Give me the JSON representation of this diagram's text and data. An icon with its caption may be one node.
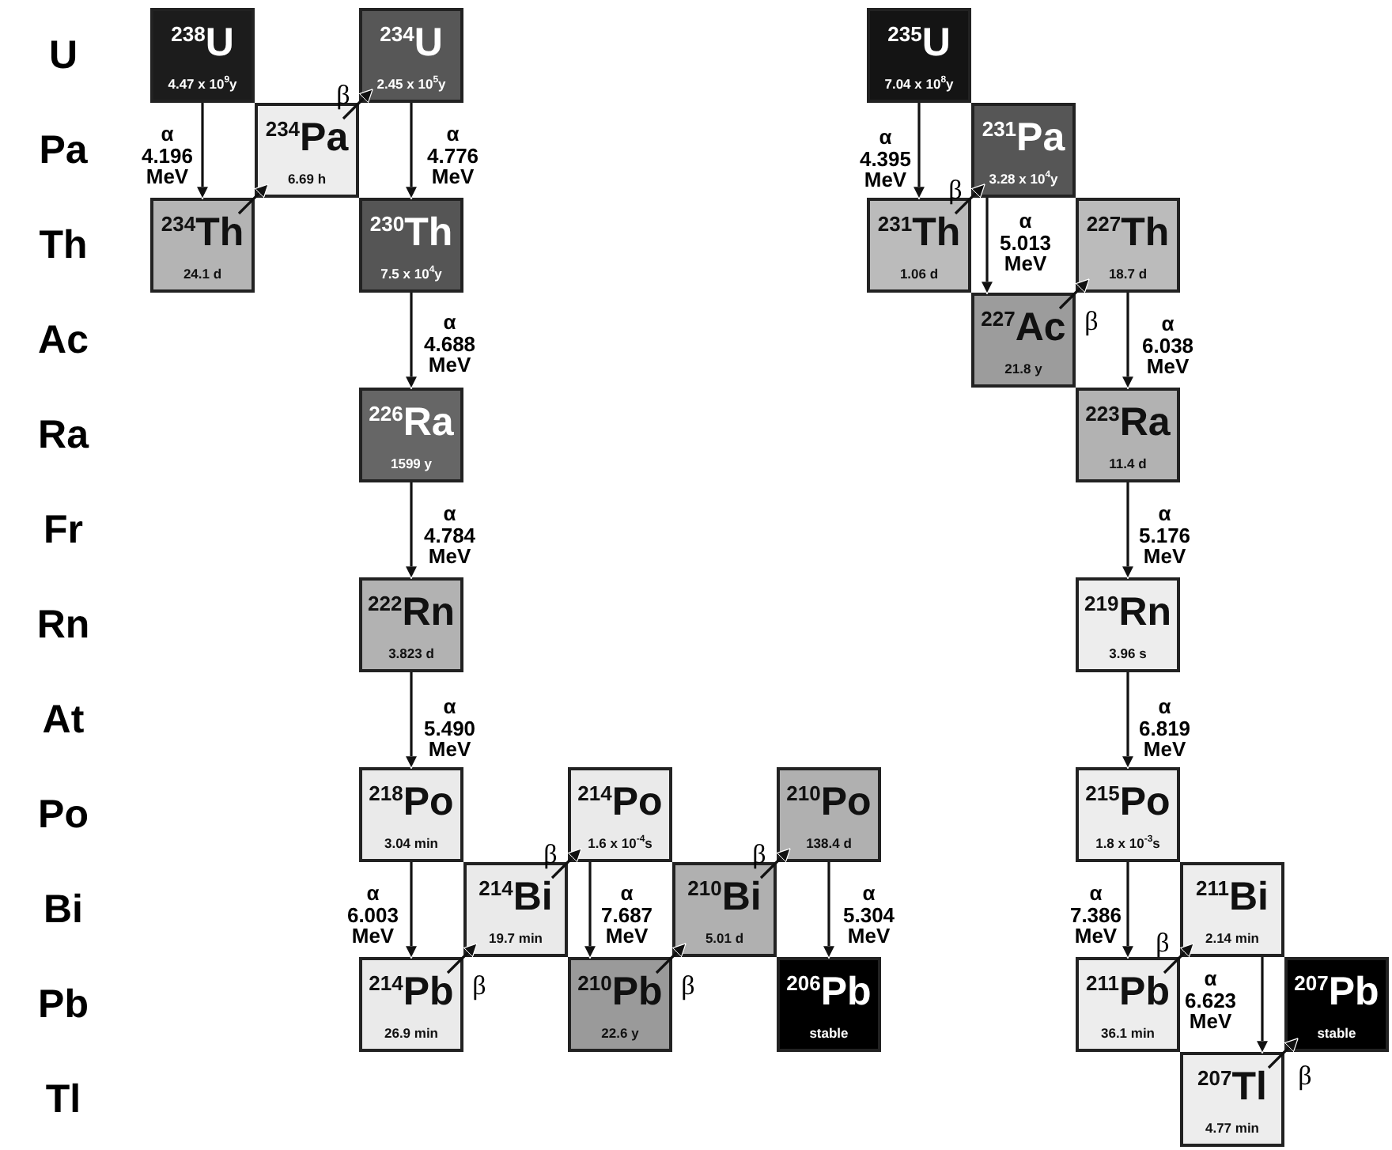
{
  "diagram": {
    "nodes": [
      {
        "text": [
          "$^{238}$U",
          "4.47 x 10$^{9}$y"
        ]
      },
      {
        "text": [
          "$^{234}$U",
          "2.45 x 10$^{5}$y"
        ]
      },
      {
        "text": [
          "$^{234}$Pa",
          "6.69 h"
        ]
      },
      {
        "text": [
          "$^{234}$Th",
          "24.1 d"
        ]
      },
      {
        "text": [
          "$^{230}$Th",
          "7.5 x 10$^{4}$y"
        ]
      },
      {
        "text": [
          "$^{226}$Ra",
          "1599 y"
        ]
      },
      {
        "text": [
          "$^{222}$Rn",
          "3.823 d"
        ]
      },
      {
        "text": [
          "$^{218}$Po",
          "3.04 min"
        ]
      },
      {
        "text": [
          "$^{214}$Po",
          "1.6 x 10$^{-4}$s"
        ]
      },
      {
        "text": [
          "$^{210}$Po",
          "138.4 d"
        ]
      },
      {
        "text": [
          "$^{214}$Bi",
          "19.7 min"
        ]
      },
      {
        "text": [
          "$^{210}$Bi",
          "5.01 d"
        ]
      },
      {
        "text": [
          "$^{214}$Pb",
          "26.9 min"
        ]
      },
      {
        "text": [
          "$^{210}$Pb",
          "22.6 y"
        ]
      },
      {
        "text": [
          "$^{206}$Pb",
          "stable"
        ]
      },
      {
        "text": [
          "$^{235}$U",
          "7.04 x 10$^{8}$y"
        ]
      },
      {
        "text": [
          "$^{231}$Pa",
          "3.28 x 10$^{4}$y"
        ]
      },
      {
        "text": [
          "$^{231}$Th",
          "1.06 d"
        ]
      },
      {
        "text": [
          "$^{227}$Th",
          "18.7 d"
        ]
      },
      {
        "text": [
          "$^{227}$Ac",
          "21.8 y"
        ]
      },
      {
        "text": [
          "$^{223}$Ra",
          "11.4 d"
        ]
      },
      {
        "text": [
          "$^{219}$Rn",
          "3.96 s"
        ]
      },
      {
        "text": [
          "$^{215}$Po",
          "1.8 x 10$^{-3}$s"
        ]
      },
      {
        "text": [
          "$^{211}$Bi",
          "2.14 min"
        ]
      },
      {
        "text": [
          "$^{211}$Pb",
          "36.1 min"
        ]
      },
      {
        "text": [
          "$^{207}$Pb",
          "stable"
        ]
      },
      {
        "text": [
          "$^{207}$Tl",
          "4.77 min"
        ]
      }
    ],
    "edges": [
      {
        "from": 0,
        "to": 3,
        "arrow": "to",
        "label": "α 4.196 MeV"
      },
      {
        "from": 3,
        "to": 2,
        "arrow": "to"
      },
      {
        "from": 2,
        "to": 1,
        "arrow": "to",
        "label": "β"
      },
      {
        "from": 1,
        "to": 4,
        "arrow": "to",
        "label": "α 4.776 MeV"
      },
      {
        "from": 4,
        "to": 5,
        "arrow": "to",
        "label": "α 4.688 MeV"
      },
      {
        "from": 5,
        "to": 6,
        "arrow": "to",
        "label": "α 4.784 MeV"
      },
      {
        "from": 6,
        "to": 7,
        "arrow": "to",
        "label": "α 5.490 MeV"
      },
      {
        "from": 7,
        "to": 12,
        "arrow": "to",
        "label": "α 6.003 MeV"
      },
      {
        "from": 12,
        "to": 10,
        "arrow": "to",
        "label": "β"
      },
      {
        "from": 10,
        "to": 8,
        "arrow": "to",
        "label": "β"
      },
      {
        "from": 8,
        "to": 13,
        "arrow": "to",
        "label": "α 7.687 MeV"
      },
      {
        "from": 13,
        "to": 11,
        "arrow": "to",
        "label": "β"
      },
      {
        "from": 11,
        "to": 9,
        "arrow": "to",
        "label": "β"
      },
      {
        "from": 9,
        "to": 14,
        "arrow": "to",
        "label": "α 5.304 MeV"
      },
      {
        "from": 15,
        "to": 17,
        "arrow": "to",
        "label": "α 4.395 MeV"
      },
      {
        "from": 17,
        "to": 16,
        "arrow": "to",
        "label": "β"
      },
      {
        "from": 16,
        "to": 19,
        "arrow": "to",
        "label": "α 5.013 MeV"
      },
      {
        "from": 19,
        "to": 18,
        "arrow": "to",
        "label": "β"
      },
      {
        "from": 18,
        "to": 20,
        "arrow": "to",
        "label": "α 6.038 MeV"
      },
      {
        "from": 20,
        "to": 21,
        "arrow": "to",
        "label": "α 5.176 MeV"
      },
      {
        "from": 21,
        "to": 22,
        "arrow": "to",
        "label": "α 6.819 MeV"
      },
      {
        "from": 22,
        "to": 24,
        "arrow": "to",
        "label": "α 7.386 MeV"
      },
      {
        "from": 24,
        "to": 23,
        "arrow": "to",
        "label": "β"
      },
      {
        "from": 23,
        "to": 26,
        "arrow": "to",
        "label": "α 6.623 MeV"
      },
      {
        "from": 26,
        "to": 25,
        "arrow": "to",
        "label": "β"
      }
    ],
    "labels": [
      "U",
      "Pa",
      "Th",
      "Ac",
      "Ra",
      "Fr",
      "Rn",
      "At",
      "Po",
      "Bi",
      "Pb",
      "Tl"
    ]
  }
}
